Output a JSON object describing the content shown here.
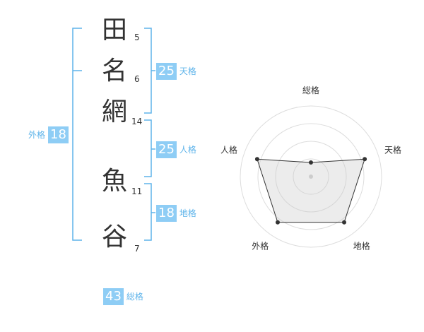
{
  "name_chars": [
    {
      "char": "田",
      "strokes": "5"
    },
    {
      "char": "名",
      "strokes": "6"
    },
    {
      "char": "網",
      "strokes": "14"
    },
    {
      "char": "魚",
      "strokes": "11"
    },
    {
      "char": "谷",
      "strokes": "7"
    }
  ],
  "kakaku": {
    "tenkaku": {
      "value": "25",
      "label": "天格"
    },
    "jinkaku": {
      "value": "25",
      "label": "人格"
    },
    "chikaku": {
      "value": "18",
      "label": "地格"
    },
    "gaikaku": {
      "value": "18",
      "label": "外格"
    },
    "soukaku": {
      "value": "43",
      "label": "総格"
    }
  },
  "colors": {
    "accent": "#8ecdf5",
    "accent_text": "#5fb4ea",
    "bracket": "#5fb4ea"
  },
  "chart_data": {
    "type": "radar",
    "axes": [
      "総格",
      "天格",
      "地格",
      "外格",
      "人格"
    ],
    "values": [
      1,
      4,
      4,
      4,
      4
    ],
    "scale_max": 5,
    "rings": 4
  }
}
